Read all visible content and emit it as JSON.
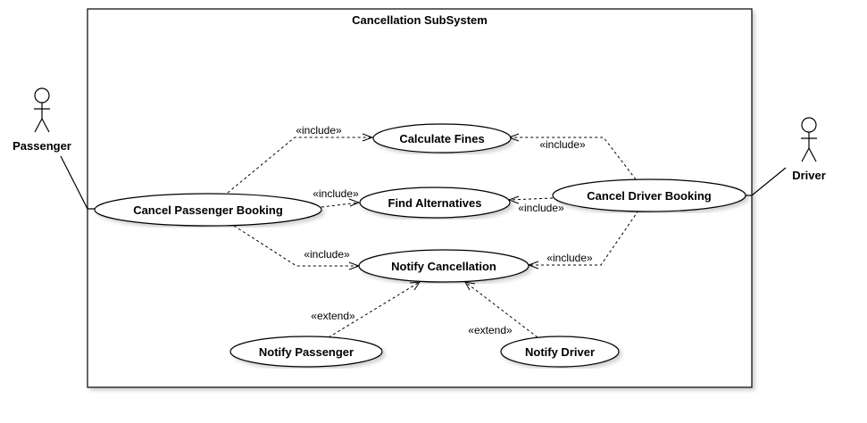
{
  "system": {
    "title": "Cancellation SubSystem"
  },
  "actors": {
    "passenger": "Passenger",
    "driver": "Driver"
  },
  "use_cases": {
    "calculate_fines": "Calculate Fines",
    "find_alternatives": "Find Alternatives",
    "cancel_passenger_booking": "Cancel Passenger Booking",
    "cancel_driver_booking": "Cancel Driver Booking",
    "notify_cancellation": "Notify Cancellation",
    "notify_passenger": "Notify Passenger",
    "notify_driver": "Notify Driver"
  },
  "relations": {
    "include": "«include»",
    "extend": "«extend»"
  }
}
